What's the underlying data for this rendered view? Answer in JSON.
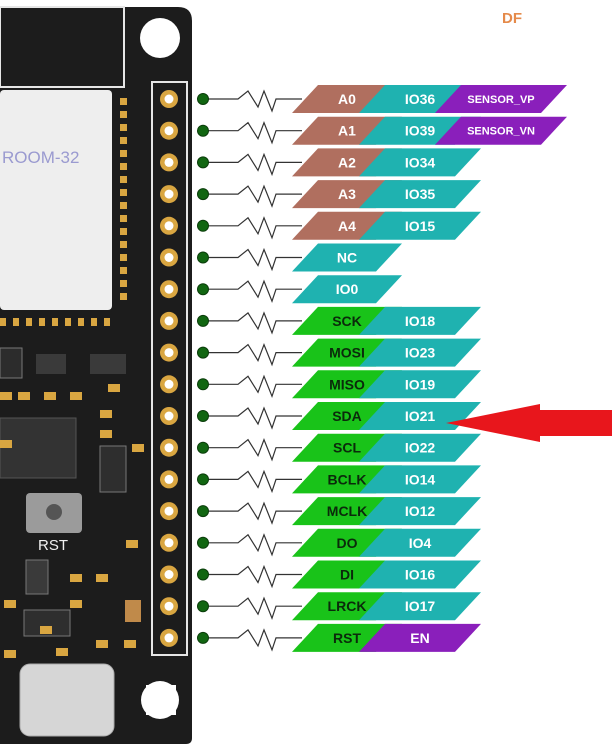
{
  "logo_text": "DF",
  "board": {
    "module_label": "ROOM-32",
    "rst_label": "RST"
  },
  "pins": [
    {
      "labels": [
        "A0",
        "IO36",
        "SENSOR_VP"
      ],
      "colors": [
        "#b06f5f",
        "#1fb2b0",
        "#8a1fbb"
      ]
    },
    {
      "labels": [
        "A1",
        "IO39",
        "SENSOR_VN"
      ],
      "colors": [
        "#b06f5f",
        "#1fb2b0",
        "#8a1fbb"
      ]
    },
    {
      "labels": [
        "A2",
        "IO34"
      ],
      "colors": [
        "#b06f5f",
        "#1fb2b0"
      ]
    },
    {
      "labels": [
        "A3",
        "IO35"
      ],
      "colors": [
        "#b06f5f",
        "#1fb2b0"
      ]
    },
    {
      "labels": [
        "A4",
        "IO15"
      ],
      "colors": [
        "#b06f5f",
        "#1fb2b0"
      ]
    },
    {
      "labels": [
        "NC"
      ],
      "colors": [
        "#1fb2b0"
      ]
    },
    {
      "labels": [
        "IO0"
      ],
      "colors": [
        "#1fb2b0"
      ]
    },
    {
      "labels": [
        "SCK",
        "IO18"
      ],
      "colors": [
        "#19c319",
        "#1fb2b0"
      ]
    },
    {
      "labels": [
        "MOSI",
        "IO23"
      ],
      "colors": [
        "#19c319",
        "#1fb2b0"
      ]
    },
    {
      "labels": [
        "MISO",
        "IO19"
      ],
      "colors": [
        "#19c319",
        "#1fb2b0"
      ]
    },
    {
      "labels": [
        "SDA",
        "IO21"
      ],
      "colors": [
        "#19c319",
        "#1fb2b0"
      ]
    },
    {
      "labels": [
        "SCL",
        "IO22"
      ],
      "colors": [
        "#19c319",
        "#1fb2b0"
      ]
    },
    {
      "labels": [
        "BCLK",
        "IO14"
      ],
      "colors": [
        "#19c319",
        "#1fb2b0"
      ]
    },
    {
      "labels": [
        "MCLK",
        "IO12"
      ],
      "colors": [
        "#19c319",
        "#1fb2b0"
      ]
    },
    {
      "labels": [
        "DO",
        "IO4"
      ],
      "colors": [
        "#19c319",
        "#1fb2b0"
      ]
    },
    {
      "labels": [
        "DI",
        "IO16"
      ],
      "colors": [
        "#19c319",
        "#1fb2b0"
      ]
    },
    {
      "labels": [
        "LRCK",
        "IO17"
      ],
      "colors": [
        "#19c319",
        "#1fb2b0"
      ]
    },
    {
      "labels": [
        "RST",
        "EN"
      ],
      "colors": [
        "#19c319",
        "#8a1fbb"
      ]
    }
  ],
  "highlight_pin": "IO21",
  "colors": {
    "board": "#1c1c1c",
    "gold": "#d9a641",
    "arrow": "#e8161c",
    "analog": "#b06f5f",
    "gpio": "#1fb2b0",
    "function": "#19c319",
    "special": "#8a1fbb"
  }
}
